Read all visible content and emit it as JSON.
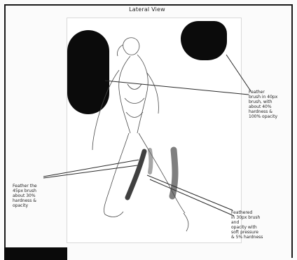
{
  "document": {
    "title": "Lateral View",
    "notes": {
      "right_top": "Feather\nbrush in 40px\nbrush, with\nabout 40%\nhardness &\n100% opacity",
      "left": "Feather the\n45px brush\nabout 30%\nhardness &\nopacity",
      "right_bottom": "Feathered\nin 30px brush\nand\nopacity with\nsoft pressure\n& 5% hardness"
    }
  }
}
